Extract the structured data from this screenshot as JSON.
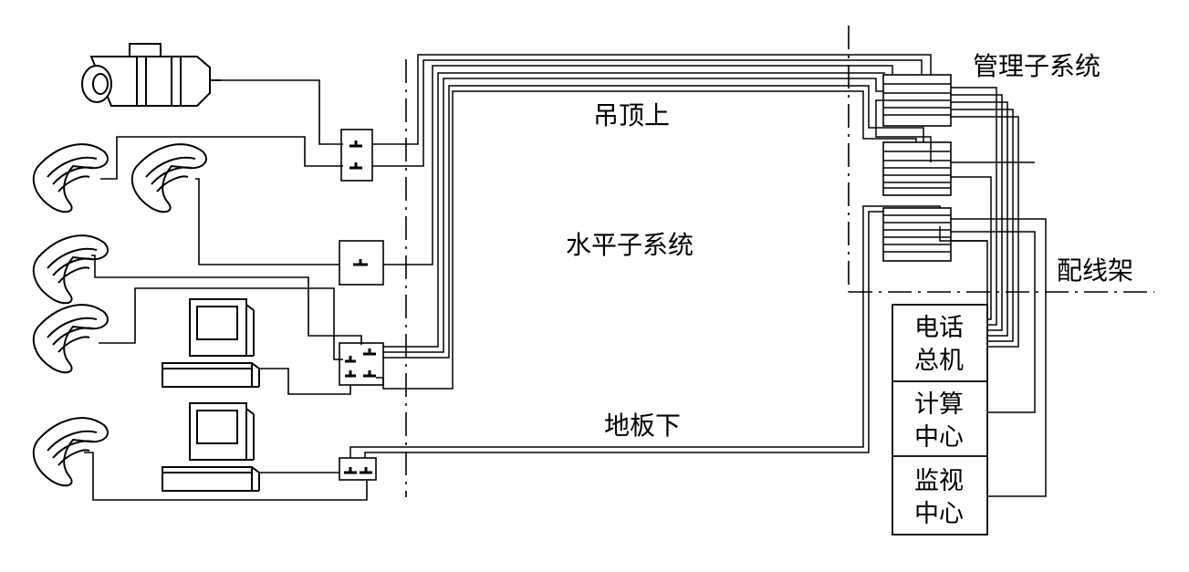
{
  "labels": {
    "ceiling": "吊顶上",
    "horizontal_subsystem": "水平子系统",
    "under_floor": "地板下",
    "management_subsystem": "管理子系统",
    "patch_frame": "配线架"
  },
  "switchboard": {
    "line1": "电话",
    "line2": "总机"
  },
  "computing_center": {
    "line1": "计算",
    "line2": "中心"
  },
  "monitoring_center": {
    "line1": "监视",
    "line2": "中心"
  },
  "colors": {
    "stroke": "#000000",
    "background": "#ffffff"
  }
}
